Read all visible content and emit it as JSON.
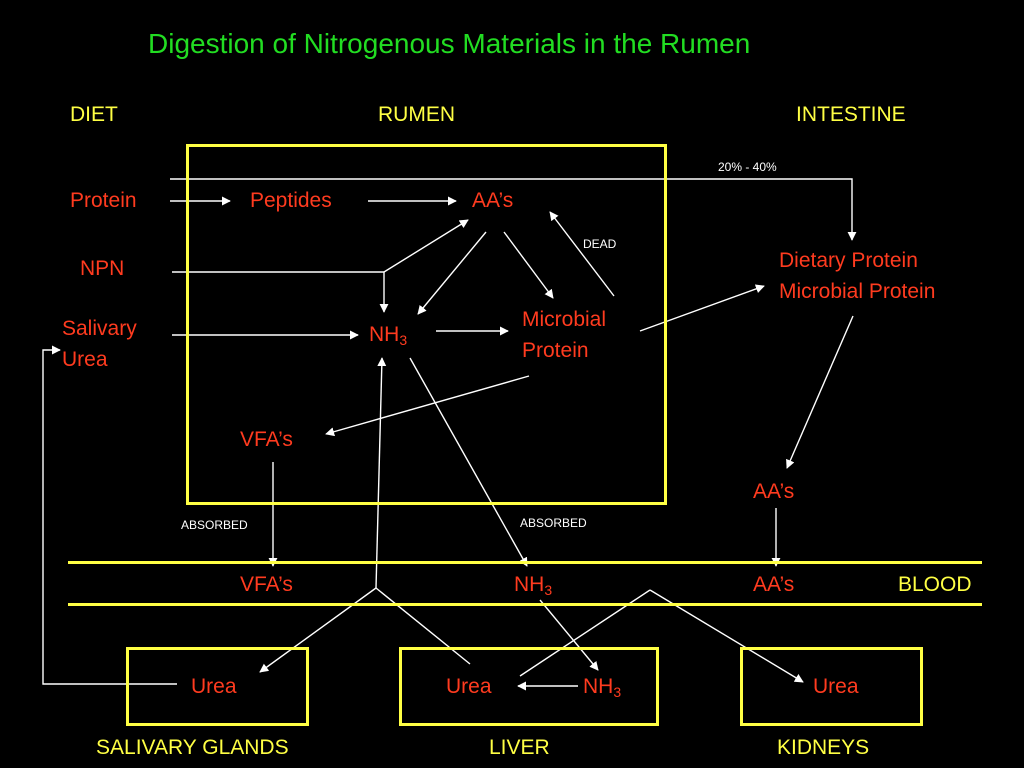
{
  "title": "Digestion of Nitrogenous Materials in the Rumen",
  "headers": {
    "diet": "DIET",
    "rumen": "RUMEN",
    "intestine": "INTESTINE",
    "blood": "BLOOD"
  },
  "organs": {
    "salivary_glands": "SALIVARY GLANDS",
    "liver": "LIVER",
    "kidneys": "KIDNEYS"
  },
  "diet_items": {
    "protein": "Protein",
    "npn": "NPN",
    "salivary": "Salivary",
    "urea": "Urea"
  },
  "rumen_items": {
    "peptides": "Peptides",
    "aas": "AA’s",
    "nh": "NH",
    "sub3": "3",
    "microbial": "Microbial",
    "protein": "Protein",
    "vfas": "VFA’s",
    "dead": "DEAD"
  },
  "intestine_items": {
    "dietary_protein": "Dietary Protein",
    "microbial_protein": "Microbial Protein",
    "aas": "AA’s",
    "bypass": "20% - 40%"
  },
  "blood_items": {
    "vfas": "VFA’s",
    "nh": "NH",
    "sub3": "3",
    "aas": "AA’s"
  },
  "absorbed": "ABSORBED",
  "organ_items": {
    "salivary_urea": "Urea",
    "liver_urea": "Urea",
    "liver_nh": "NH",
    "liver_sub3": "3",
    "kidney_urea": "Urea"
  },
  "colors": {
    "title": "#22dd22",
    "frame": "#ffff44",
    "text_red": "#ff3b1f",
    "text_yellow": "#ffff44",
    "arrow": "#ffffff",
    "background": "#000000"
  }
}
